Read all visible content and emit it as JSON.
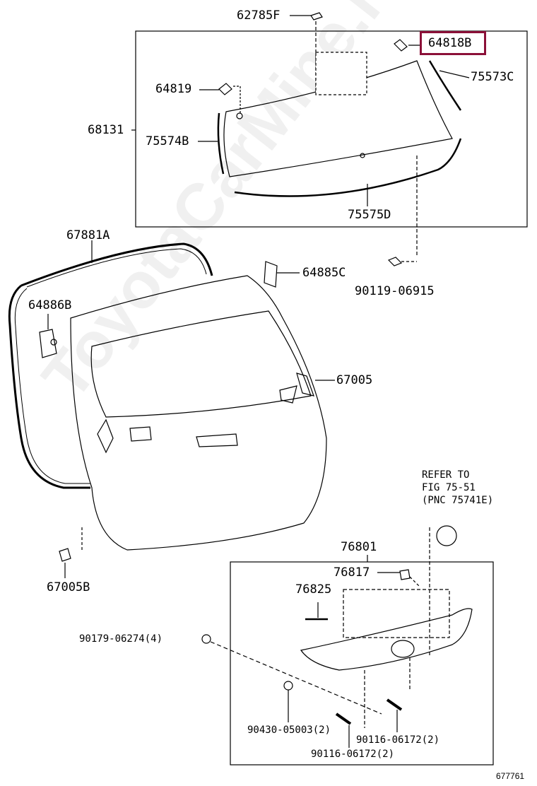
{
  "watermark": "ToyotaCarMine.ru",
  "figure_number": "677761",
  "highlight_color": "#8b1038",
  "parts": {
    "p62785F": "62785F",
    "p64818B": "64818B",
    "p75573C": "75573C",
    "p64819": "64819",
    "p68131": "68131",
    "p75574B": "75574B",
    "p75575D": "75575D",
    "p67881A": "67881A",
    "p64885C": "64885C",
    "p90119_06915": "90119-06915",
    "p64886B": "64886B",
    "p67005": "67005",
    "p67005B": "67005B",
    "p76801": "76801",
    "p76817": "76817",
    "p76825": "76825",
    "p90179_06274": "90179-06274(4)",
    "p90430_05003": "90430-05003(2)",
    "p90116_06172_a": "90116-06172(2)",
    "p90116_06172_b": "90116-06172(2)"
  },
  "refer": {
    "line1": "REFER TO",
    "line2": "FIG 75-51",
    "line3": "(PNC 75741E)"
  }
}
